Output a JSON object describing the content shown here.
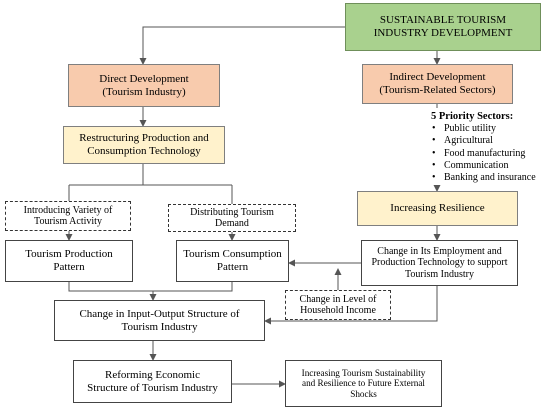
{
  "boxes": {
    "sustainable": [
      "SUSTAINABLE TOURISM",
      "INDUSTRY DEVELOPMENT"
    ],
    "direct": [
      "Direct Development",
      "(Tourism Industry)"
    ],
    "indirect": [
      "Indirect Development",
      "(Tourism-Related Sectors)"
    ],
    "restructuring": [
      "Restructuring Production and",
      "Consumption Technology"
    ],
    "variety": [
      "Introducing Variety of",
      "Tourism Activity"
    ],
    "distributing": [
      "Distributing Tourism",
      "Demand"
    ],
    "production": [
      "Tourism Production",
      "Pattern"
    ],
    "consumption": [
      "Tourism Consumption",
      "Pattern"
    ],
    "resilience": "Increasing Resilience",
    "employment": [
      "Change in Its Employment and",
      "Production Technology to support",
      "Tourism Industry"
    ],
    "household": [
      "Change in Level of",
      "Household Income"
    ],
    "io_structure": [
      "Change in Input-Output Structure of",
      "Tourism Industry"
    ],
    "reforming": [
      "Reforming Economic",
      "Structure of Tourism Industry"
    ],
    "sustainability": [
      "Increasing Tourism Sustainability",
      "and Resilience to Future External",
      "Shocks"
    ]
  },
  "priority": {
    "heading": "5 Priority Sectors:",
    "bullet": "•",
    "items": [
      "Public utility",
      "Agricultural",
      "Food manufacturing",
      "Communication",
      "Banking and insurance"
    ]
  },
  "colors": {
    "green_fill": "#a9d18e",
    "orange_fill": "#f8cbad",
    "yellow_fill": "#fff2cc",
    "line": "#555555"
  }
}
